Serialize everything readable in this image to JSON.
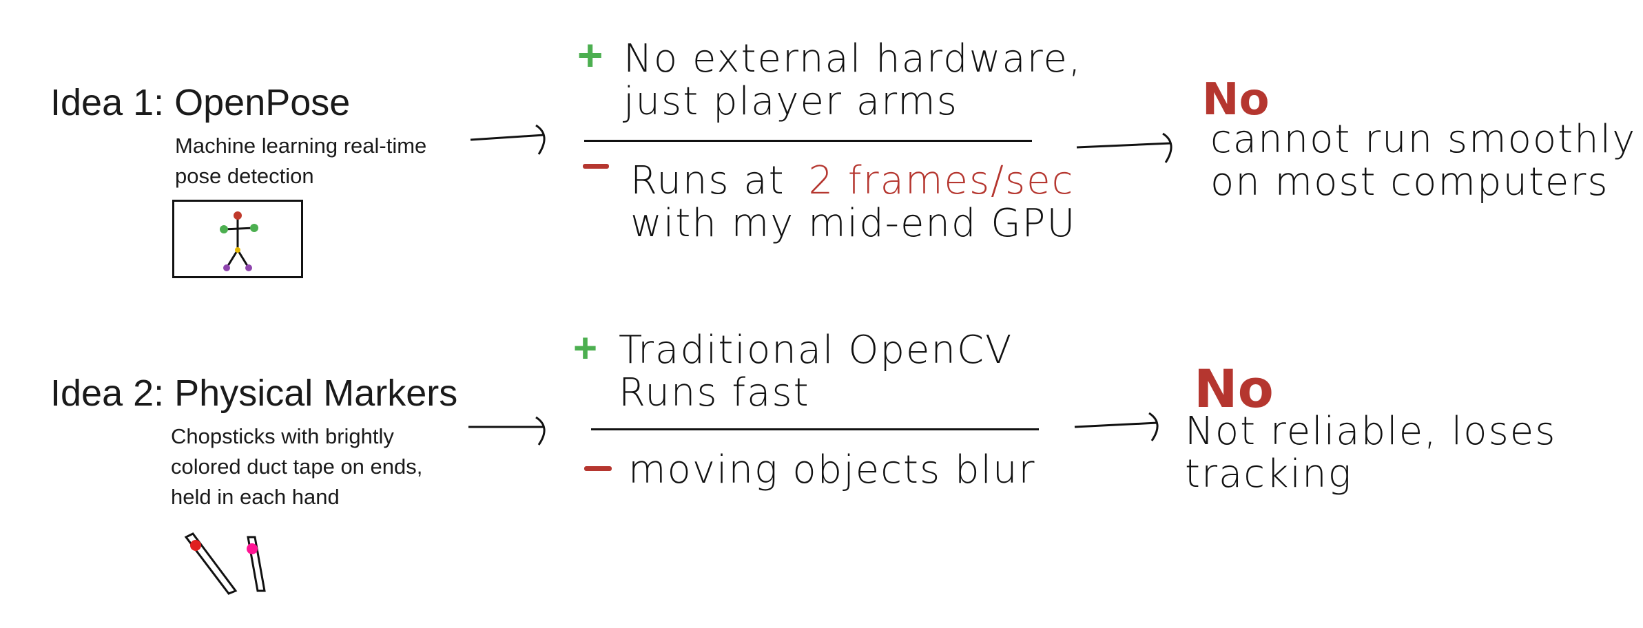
{
  "colors": {
    "red": "#b5362f",
    "green": "#4caf50",
    "ink": "#111111"
  },
  "idea1": {
    "title": "Idea 1: OpenPose",
    "description": "Machine learning real-time pose detection",
    "pros_symbol": "+",
    "pros_line1": "No external hardware,",
    "pros_line2": "just player arms",
    "cons_symbol": "−",
    "cons_line1_prefix": "Runs at",
    "cons_line1_highlight": "2 frames/sec",
    "cons_line2": "with my mid-end GPU",
    "verdict": "No",
    "reason_line1": "cannot run smoothly",
    "reason_line2": "on most computers"
  },
  "idea2": {
    "title": "Idea 2: Physical Markers",
    "desc_line1": "Chopsticks with brightly",
    "desc_line2": "colored duct tape on ends,",
    "desc_line3": "held in each hand",
    "pros_symbol": "+",
    "pros_line1": "Traditional OpenCV",
    "pros_line2": "Runs fast",
    "cons_symbol": "−",
    "cons_line1": "moving objects blur",
    "verdict": "No",
    "reason_line1": "Not reliable, loses",
    "reason_line2": "tracking"
  }
}
